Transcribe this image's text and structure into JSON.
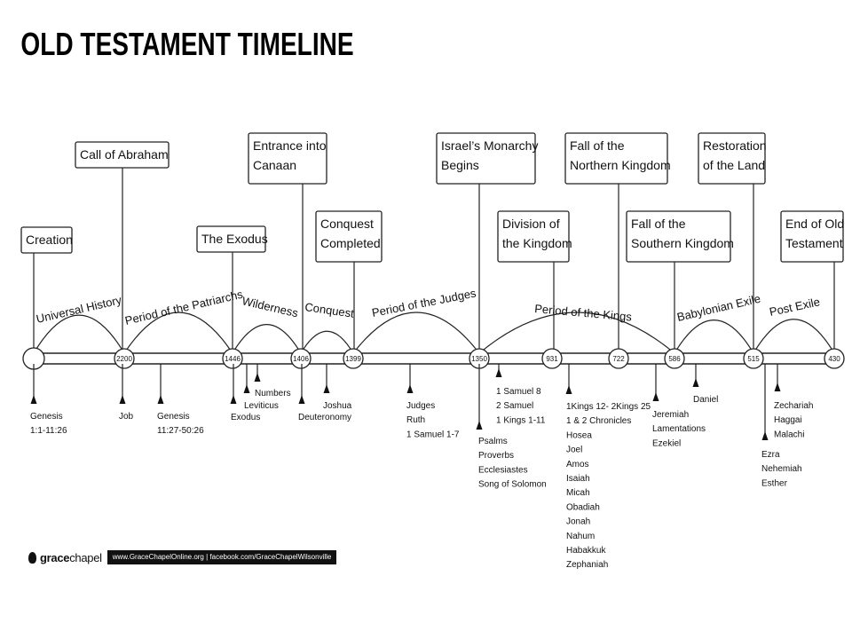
{
  "title": "OLD TESTAMENT TIMELINE",
  "events": [
    {
      "id": "creation",
      "lines": [
        "Creation"
      ]
    },
    {
      "id": "abraham",
      "lines": [
        "Call of Abraham"
      ]
    },
    {
      "id": "exodus",
      "lines": [
        "The Exodus"
      ]
    },
    {
      "id": "canaan",
      "lines": [
        "Entrance into",
        "Canaan"
      ]
    },
    {
      "id": "conquest",
      "lines": [
        "Conquest",
        "Completed"
      ]
    },
    {
      "id": "monarchy",
      "lines": [
        "Israel’s Monarchy",
        "Begins"
      ]
    },
    {
      "id": "division",
      "lines": [
        "Division of",
        "the Kingdom"
      ]
    },
    {
      "id": "northern",
      "lines": [
        "Fall of the",
        "Northern Kingdom"
      ]
    },
    {
      "id": "southern",
      "lines": [
        "Fall of the",
        "Southern Kingdom"
      ]
    },
    {
      "id": "restoration",
      "lines": [
        "Restoration",
        "of the Land"
      ]
    },
    {
      "id": "end",
      "lines": [
        "End of Old",
        "Testament"
      ]
    }
  ],
  "years": [
    "2200",
    "1446",
    "1406",
    "1399",
    "1350",
    "931",
    "722",
    "586",
    "515",
    "430"
  ],
  "periods": [
    "Universal History",
    "Period of the Patriarchs",
    "Wilderness",
    "Conquest",
    "Period of the Judges",
    "Period of the Kings",
    "Babylonian Exile",
    "Post Exile"
  ],
  "books": [
    {
      "id": "genesis1",
      "lines": [
        "Genesis",
        "1:1-11:26"
      ]
    },
    {
      "id": "job",
      "lines": [
        "Job"
      ]
    },
    {
      "id": "genesis2",
      "lines": [
        "Genesis",
        "11:27-50:26"
      ]
    },
    {
      "id": "exodus",
      "lines": [
        "Exodus"
      ]
    },
    {
      "id": "leviticus",
      "lines": [
        "Leviticus"
      ]
    },
    {
      "id": "numbers",
      "lines": [
        "Numbers"
      ]
    },
    {
      "id": "deuteronomy",
      "lines": [
        "Deuteronomy"
      ]
    },
    {
      "id": "joshua",
      "lines": [
        "Joshua"
      ]
    },
    {
      "id": "judges",
      "lines": [
        "Judges",
        "Ruth",
        "1 Samuel 1-7"
      ]
    },
    {
      "id": "wisdom",
      "lines": [
        "Psalms",
        "Proverbs",
        "Ecclesiastes",
        "Song of Solomon"
      ]
    },
    {
      "id": "samuel",
      "lines": [
        "1 Samuel 8",
        "2 Samuel",
        "1 Kings 1-11"
      ]
    },
    {
      "id": "kings",
      "lines": [
        "1Kings 12- 2Kings 25",
        "1 & 2 Chronicles",
        "Hosea",
        "Joel",
        "Amos",
        "Isaiah",
        "Micah",
        "Obadiah",
        "Jonah",
        "Nahum",
        "Habakkuk",
        "Zephaniah"
      ]
    },
    {
      "id": "jeremiah",
      "lines": [
        "Jeremiah",
        "Lamentations",
        "Ezekiel"
      ]
    },
    {
      "id": "daniel",
      "lines": [
        "Daniel"
      ]
    },
    {
      "id": "zechariah",
      "lines": [
        "Zechariah",
        "Haggai",
        "Malachi"
      ]
    },
    {
      "id": "ezra",
      "lines": [
        "Ezra",
        "Nehemiah",
        "Esther"
      ]
    }
  ],
  "footer": {
    "brand_bold": "grace",
    "brand_light": "chapel",
    "links": "www.GraceChapelOnline.org  |  facebook.com/GraceChapelWilsonville"
  }
}
